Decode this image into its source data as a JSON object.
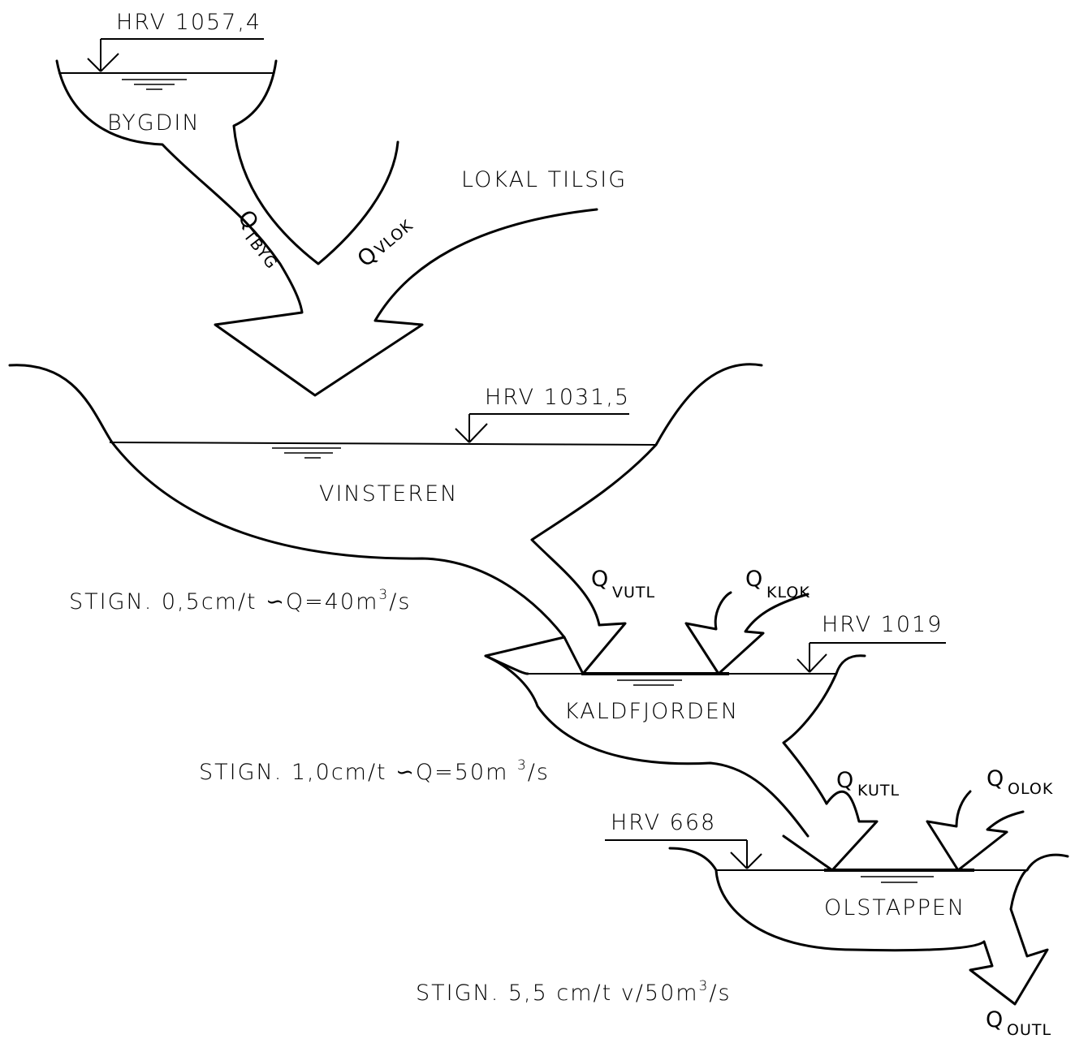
{
  "reservoirs": {
    "bygdin": {
      "name": "BYGDIN",
      "hrv": "HRV 1057,4"
    },
    "vinsteren": {
      "name": "VINSTEREN",
      "hrv": "HRV 1031,5"
    },
    "kaldfjorden": {
      "name": "KALDFJORDEN",
      "hrv": "HRV 1019"
    },
    "olstappen": {
      "name": "OLSTAPPEN",
      "hrv": "HRV 668"
    }
  },
  "local_inflow_label": "LOKAL TILSIG",
  "flows": {
    "tbyg": {
      "q": "Q",
      "sub": "TBYG"
    },
    "vlok": {
      "q": "Q",
      "sub": "VLOK"
    },
    "vutl": {
      "q": "Q",
      "sub": "VUTL"
    },
    "klok": {
      "q": "Q",
      "sub": "KLOK"
    },
    "kutl": {
      "q": "Q",
      "sub": "KUTL"
    },
    "olok": {
      "q": "Q",
      "sub": "OLOK"
    },
    "outl": {
      "q": "Q",
      "sub": "OUTL"
    }
  },
  "rise_notes": {
    "vinsteren": {
      "text": "STIGN. 0,5cm/t ∽Q=40m",
      "exp": "3",
      "tail": "/s"
    },
    "kaldfjorden": {
      "text": "STIGN. 1,0cm/t ∽Q=50m ",
      "exp": "3",
      "tail": "/s"
    },
    "olstappen": {
      "text": "STIGN. 5,5 cm/t v/50m",
      "exp": "3",
      "tail": "/s"
    }
  },
  "colors": {
    "ink": "#000000",
    "paper": "#ffffff"
  }
}
